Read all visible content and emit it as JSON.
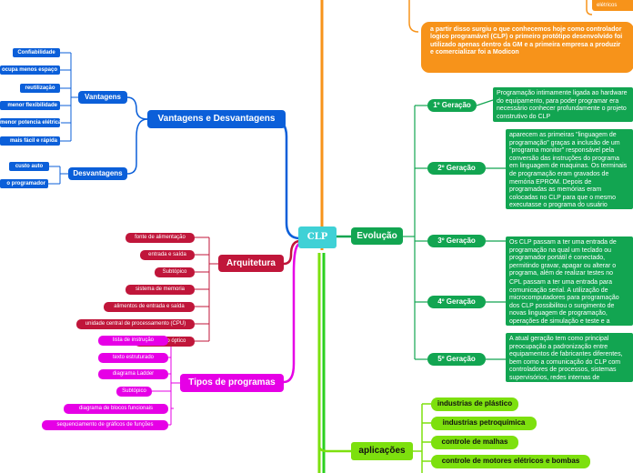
{
  "central": "CLP",
  "branches": {
    "vantagens_desvantagens": {
      "title": "Vantagens e Desvantagens",
      "vantagens": {
        "title": "Vantagens",
        "items": [
          "Confiabilidade",
          "ocupa menos espaço",
          "reutilização",
          "menor flexibilidade",
          "menor potencia elétrica",
          "mais fácil e rápida"
        ]
      },
      "desvantagens": {
        "title": "Desvantagens",
        "items": [
          "custo auto",
          "o programador"
        ]
      }
    },
    "arquitetura": {
      "title": "Arquitetura",
      "items": [
        "fonte de alimentação",
        "entrada e saída",
        "Subtópico",
        "sistema de memoria",
        "alimentos de entrada e saída",
        "unidade central de processamento (CPU)",
        "isolamento óptico"
      ]
    },
    "tipos": {
      "title": "Tipos de programas",
      "items": [
        "lista de instrução",
        "texto estruturado",
        "diagrama Ladder",
        "Subtópico",
        "diagrama de blocos funcionais",
        "sequenciamento de gráficos de funções"
      ]
    },
    "historia": {
      "corner_text": "comandos elétricos",
      "gm_text": "a partir disso surgiu o que conhecemos hoje como controlador logico programável (CLP) o primeiro protótipo desenvolvido foi utilizado apenas dentro da GM e a primeira empresa a produzir e comercializar foi a Modicon"
    },
    "evolucao": {
      "title": "Evolução",
      "generations": [
        {
          "label": "1º Geração",
          "text": "Programação intimamente ligada ao hardware do equipamento, para poder programar era necessário conhecer profundamente o projeto construtivo do CLP"
        },
        {
          "label": "2º Geração",
          "text": "aparecem as primeiras \"linguagem de programação\" graças a inclusão de um \"programa monitor\" responsável pela conversão das instruções do programa em linguagem de maquinas. Os terminais de programação eram gravados de memória EPROM. Depois de programadas as memórias eram colocadas no CLP para que o mesmo executasse o programa do usuário"
        },
        {
          "label": "3º Geração",
          "text": "Os CLP passam a ter uma entrada de programação na qual um teclado ou programador portátil é conectado, permitindo gravar, apagar ou alterar o programa, além de realizar testes no equipamento. Sistemas modulares com bastidores ou racks ganharam força no mercado."
        },
        {
          "label": "4º Geração",
          "text": "CPL passam a ter uma entrada para comunicação serial. A utilização de microcomputadores para programação dos CLP possibilitou o surgimento de novas linguagem de programação, operações de simulação e teste e a criação de ferramentas extremamente inteligentes e amigáveis."
        },
        {
          "label": "5º Geração",
          "text": "A atual geração tem como principal preocupação a padronização entre equipamentos de fabricantes diferentes, bem como a comunicação do CLP com controladores de processos, sistemas supervisórios, redes internas de comunicação etc."
        }
      ]
    },
    "aplicacoes": {
      "title": "aplicações",
      "items": [
        "industrias de plástico",
        "industrias petroquímica",
        "controle de malhas",
        "controle de motores elétricos e bombas"
      ]
    }
  }
}
